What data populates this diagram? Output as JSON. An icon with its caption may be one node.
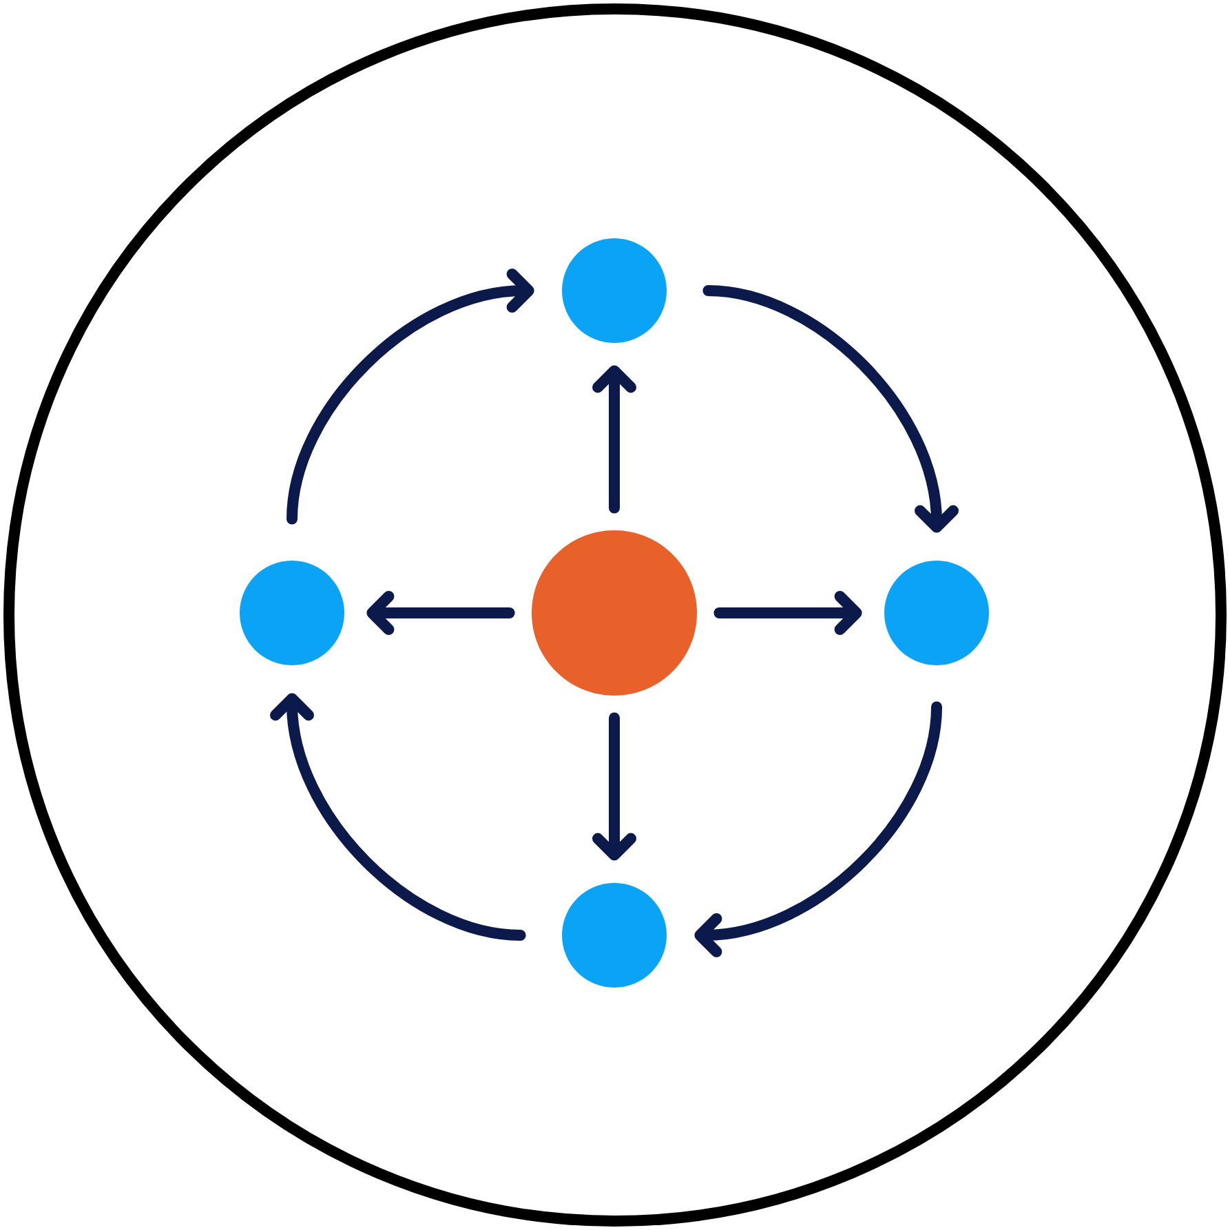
{
  "diagram": {
    "nodes": [
      {
        "text": [],
        "shape": "circle"
      },
      {
        "text": [],
        "shape": "circle"
      },
      {
        "text": [],
        "shape": "circle"
      },
      {
        "text": [],
        "shape": "circle"
      },
      {
        "text": [],
        "shape": "circle"
      }
    ],
    "edges": [
      {
        "from": 2,
        "to": 0,
        "arrow": "to"
      },
      {
        "from": 2,
        "to": 1,
        "arrow": "to"
      },
      {
        "from": 2,
        "to": 3,
        "arrow": "to"
      },
      {
        "from": 2,
        "to": 4,
        "arrow": "to"
      },
      {
        "from": 1,
        "to": 0,
        "arrow": "to"
      },
      {
        "from": 0,
        "to": 3,
        "arrow": "to"
      },
      {
        "from": 3,
        "to": 4,
        "arrow": "to"
      },
      {
        "from": 4,
        "to": 1,
        "arrow": "to"
      }
    ]
  }
}
